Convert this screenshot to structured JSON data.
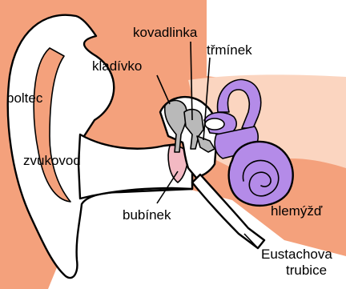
{
  "labels": {
    "boltec": "boltec",
    "zvukovod": "zvukovod",
    "kladivko": "kladívko",
    "kovadlinka": "kovadlinka",
    "trminek": "třmínek",
    "bubinek": "bubínek",
    "hlemyzd": "hlemýžď",
    "eustachova_line1": "Eustachova",
    "eustachova_line2": "trubice"
  },
  "colors": {
    "skin": "#f4a17c",
    "skin_light": "#fbd5c0",
    "ear_white": "#ffffff",
    "bone_grey": "#b9b9b9",
    "cochlea_purple": "#b48be8",
    "eardrum": "#f3b9c3",
    "outline": "#000000"
  }
}
